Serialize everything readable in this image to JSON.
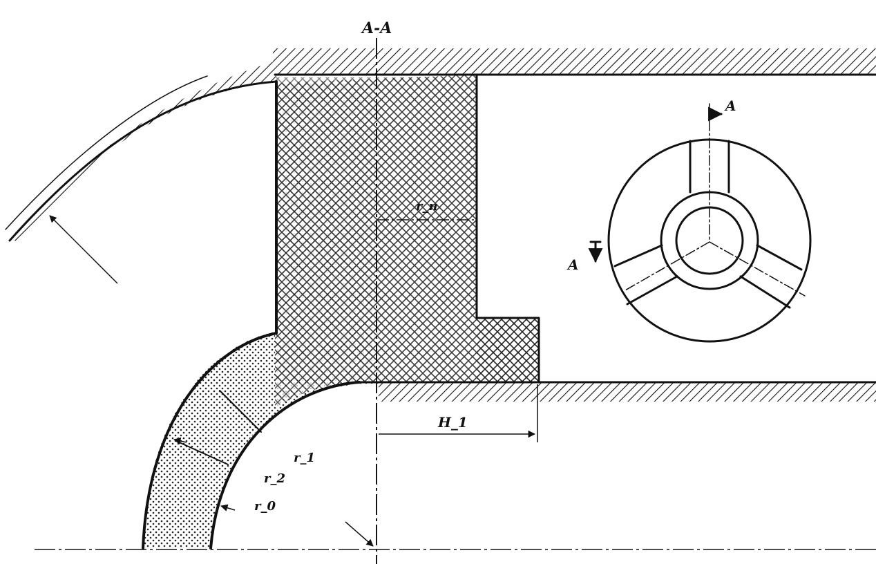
{
  "labels": {
    "section_title": "A-A",
    "r_h": "r_н",
    "h1": "H_1",
    "r1": "r_1",
    "r2": "r_2",
    "r0": "r_0",
    "section_marker_top": "A",
    "section_marker_left": "A"
  },
  "colors": {
    "ink": "#111111",
    "paper": "#ffffff"
  }
}
